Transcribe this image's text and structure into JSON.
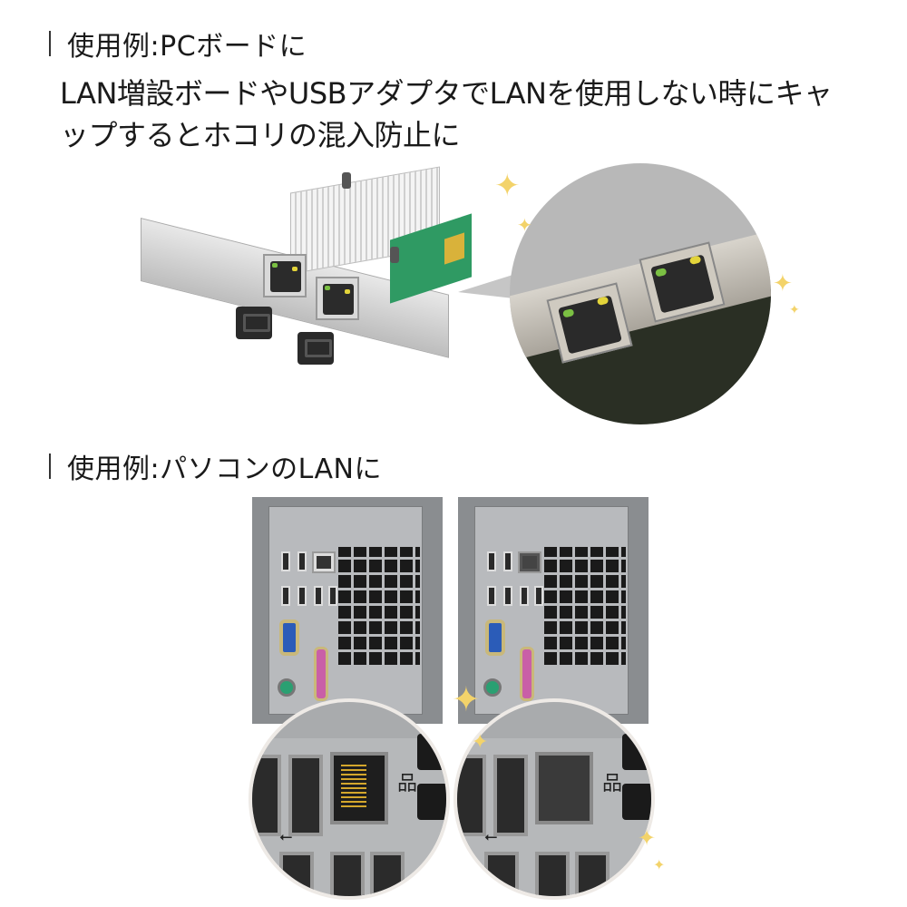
{
  "section1": {
    "heading": "使用例:PCボードに",
    "description": "LAN増設ボードやUSBアダプタでLANを使用しない時にキャップするとホコリの混入防止に",
    "image_alt": "dual-port LAN PCIe board with two RJ45 dust caps",
    "zoom_alt": "close-up of LAN ports with dust caps inserted"
  },
  "section2": {
    "heading": "使用例:パソコンのLANに",
    "before_alt": "PC rear panel with open LAN port",
    "after_alt": "PC rear panel with LAN port covered by dust cap"
  },
  "symbols": {
    "network": "品",
    "usb": "⭠",
    "sparkle": "✦"
  },
  "colors": {
    "heading_bar": "#333333",
    "text": "#1a1a1a",
    "sparkle": "#f3d36a",
    "callout_gray": "#c6c6c6",
    "led_green": "#7bc043",
    "led_yellow": "#e3d43a",
    "pcb_green": "#2f9a63",
    "vga_blue": "#2b5cb8",
    "ps2_green": "#2aa072",
    "parallel_pink": "#c95fa7"
  }
}
